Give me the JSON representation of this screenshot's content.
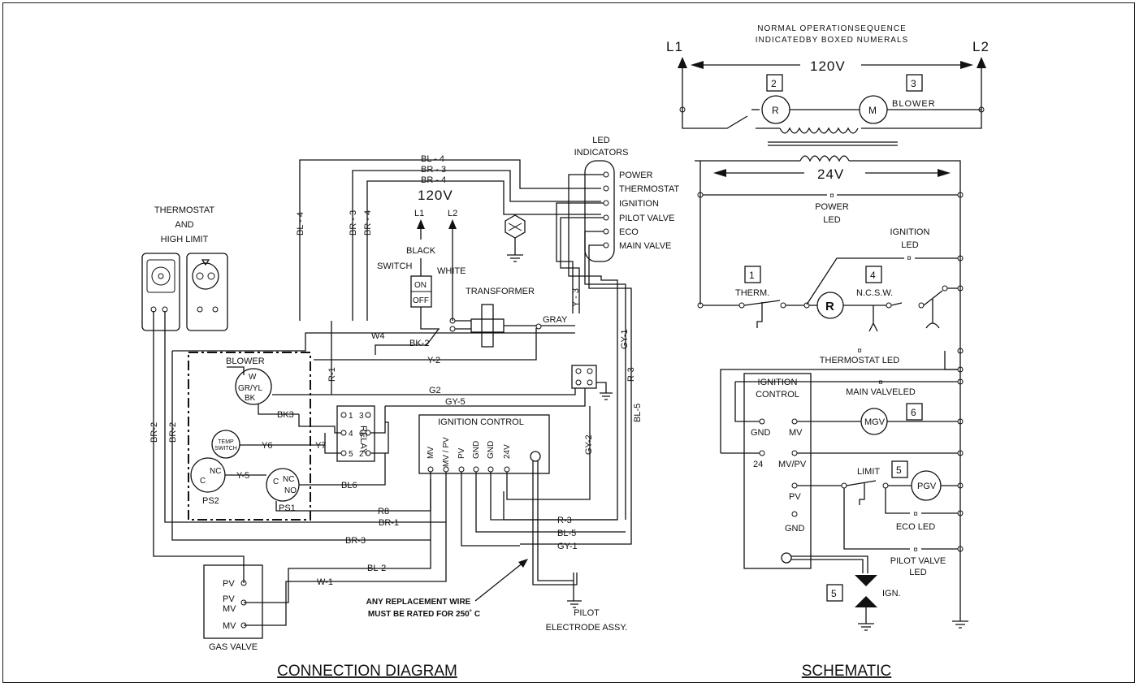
{
  "connection": {
    "title": "CONNECTION DIAGRAM",
    "thermostat_label": [
      "THERMOSTAT",
      "AND",
      "HIGH LIMIT"
    ],
    "voltage": "120V",
    "l1": "L1",
    "l2": "L2",
    "black": "BLACK",
    "white": "WHITE",
    "switch": "SWITCH",
    "switch_on": "ON",
    "switch_off": "OFF",
    "transformer": "TRANSFORMER",
    "led_title": [
      "LED",
      "INDICATORS"
    ],
    "led_items": [
      "POWER",
      "THERMOSTAT",
      "IGNITION",
      "PILOT VALVE",
      "ECO",
      "MAIN VALVE"
    ],
    "blower": "BLOWER",
    "blower_terms": [
      "W",
      "GR/YL",
      "BK"
    ],
    "relay": "RELAY",
    "relay_pins": [
      "1",
      "3",
      "4",
      "6",
      "5",
      "2"
    ],
    "temp_switch": [
      "TEMP",
      "SWITCH"
    ],
    "ps2": "PS2",
    "ps1": "PS1",
    "nc": "NC",
    "no": "NO",
    "c": "C",
    "ignition_control": "IGNITION CONTROL",
    "ic_terminals": [
      "MV",
      "MV / PV",
      "PV",
      "GND",
      "GND",
      "24V"
    ],
    "gas_valve": "GAS VALVE",
    "gas_terms": [
      "PV",
      "PV",
      "MV",
      "MV"
    ],
    "pilot": [
      "PILOT",
      "ELECTRODE ASSY."
    ],
    "note": [
      "ANY REPLACEMENT WIRE",
      "MUST BE RATED FOR 250˚ C"
    ],
    "wires": {
      "bl4": "BL - 4",
      "br3": "BR - 3",
      "br4": "BR - 4",
      "bl4v": "BL - 4",
      "br3v": "BR - 3",
      "br4v": "BR - 4",
      "gray": "GRAY",
      "y3": "Y - 3",
      "w4": "W4",
      "bk2": "BK-2",
      "y2": "Y-2",
      "r1": "R-1",
      "g2": "G2",
      "gy5": "GY-5",
      "gy1v": "GY-1",
      "r3v": "R-3",
      "bl5v": "BL-5",
      "gy2": "GY-2",
      "bk3": "BK3",
      "y6": "Y6",
      "y7": "Y7",
      "y5": "Y-5",
      "bl6": "BL6",
      "r8": "R8",
      "br1": "BR-1",
      "br3h": "BR-3",
      "bl2": "BL-2",
      "w1": "W-1",
      "br2a": "BR-2",
      "br2b": "BR-2",
      "r3": "R-3",
      "bl5": "BL-5",
      "gy1": "GY-1"
    }
  },
  "schematic": {
    "title": "SCHEMATIC",
    "sequence_note": [
      "NORMAL OPERATIONSEQUENCE",
      "INDICATEDBY BOXED NUMERALS"
    ],
    "l1": "L1",
    "l2": "L2",
    "v120": "120V",
    "v24": "24V",
    "blower": "BLOWER",
    "r": "R",
    "m": "M",
    "power_led": [
      "POWER",
      "LED"
    ],
    "ignition_led": [
      "IGNITION",
      "LED"
    ],
    "therm": "THERM.",
    "ncsw": "N.C.S.W.",
    "thermostat_led": "THERMOSTAT LED",
    "ignition_control": [
      "IGNITION",
      "CONTROL"
    ],
    "main_valve_led": "MAIN VALVELED",
    "gnd": "GND",
    "mv": "MV",
    "v24pin": "24",
    "mvpv": "MV/PV",
    "pv": "PV",
    "gnd2": "GND",
    "mgv": "MGV",
    "pgv": "PGV",
    "limit": "LIMIT",
    "eco_led": "ECO LED",
    "pilot_valve_led": [
      "PILOT VALVE",
      "LED"
    ],
    "ign": "IGN.",
    "led_symbol": "¤",
    "steps": [
      "1",
      "2",
      "3",
      "4",
      "5",
      "5",
      "6"
    ]
  }
}
